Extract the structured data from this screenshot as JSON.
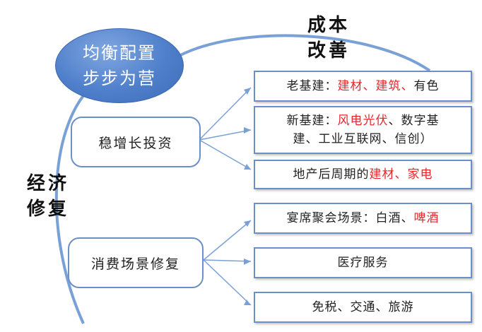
{
  "center": {
    "line1": "均衡配置",
    "line2": "步步为营"
  },
  "label_top": {
    "line1": "成本",
    "line2": "改善"
  },
  "label_left": {
    "line1": "经济",
    "line2": "修复"
  },
  "hubs": {
    "growth": "稳增长投资",
    "consumption": "消费场景修复"
  },
  "leaves": {
    "old_infra": {
      "prefix": "老基建：",
      "red": "建材、建筑、",
      "suffix": "有色"
    },
    "new_infra": {
      "prefix": "新基建：",
      "red": "风电光伏",
      "suffix": "、数字基",
      "line2": "建、工业互联网、信创）"
    },
    "property": {
      "prefix": "地产后周期的",
      "red": "建材、家电"
    },
    "banquet": {
      "prefix": "宴席聚会场景：白酒、",
      "red": "啤酒"
    },
    "medical": {
      "text": "医疗服务"
    },
    "travel": {
      "text": "免税、交通、旅游"
    }
  },
  "colors": {
    "accent": "#4f7fcb",
    "border": "#6b8fc7",
    "highlight": "#e8262a",
    "connector": "#7aa1d6"
  }
}
